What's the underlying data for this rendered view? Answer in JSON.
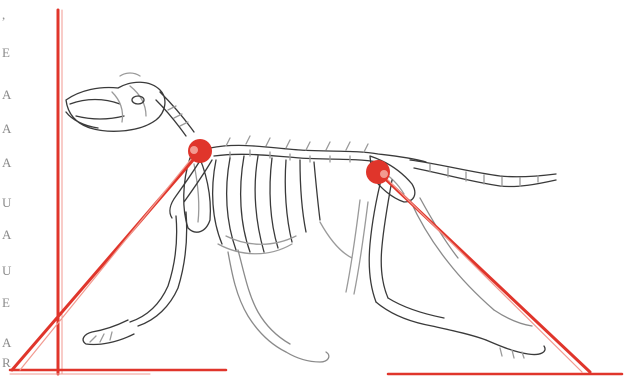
{
  "edge_text": {
    "letters": [
      ",",
      "E",
      "A",
      "A",
      "A",
      "U",
      "A",
      "U",
      "E",
      "A",
      "R"
    ]
  },
  "colors": {
    "guide_red": "#e0352b",
    "guide_red_light": "#f29a90",
    "skeleton_ink": "#3a3a3a",
    "skeleton_light": "#9a9a9a",
    "background": "#ffffff"
  },
  "icons": {
    "shoulder_joint": "red-dot",
    "hip_joint": "red-dot"
  }
}
